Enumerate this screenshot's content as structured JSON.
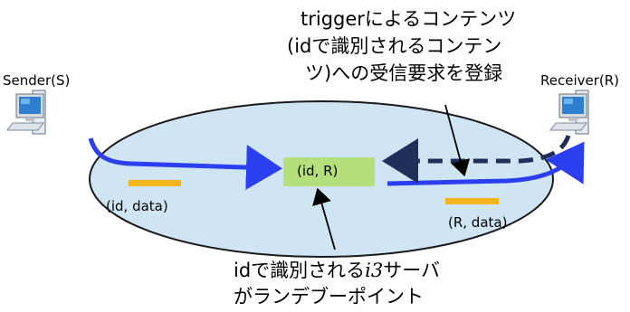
{
  "sender": {
    "label": "Sender(S)",
    "icon": "computer-icon"
  },
  "receiver": {
    "label": "Receiver(R)",
    "icon": "computer-icon"
  },
  "trigger_note": {
    "line1": "triggerによるコンテンツ",
    "line2": "(idで識別されるコンテン",
    "line3": "ツ)への受信要求を登録"
  },
  "rendezvous_box": {
    "label": "(id, R)",
    "color": "#b3e07a"
  },
  "packet_left": {
    "label": "(id, data)",
    "color": "#f2b51d"
  },
  "packet_right": {
    "label": "(R, data)",
    "color": "#f2b51d"
  },
  "server_note": {
    "line1_prefix": "idで識別される",
    "line1_italic": "i3",
    "line1_suffix": "サーバ",
    "line2": "がランデブーポイント"
  },
  "colors": {
    "network_fill": "#cfe5f3",
    "network_stroke": "#1a1a1a",
    "arrow_blue": "#2b3ff0",
    "arrow_dashed": "#1f2f5a",
    "pointer": "#000000"
  }
}
